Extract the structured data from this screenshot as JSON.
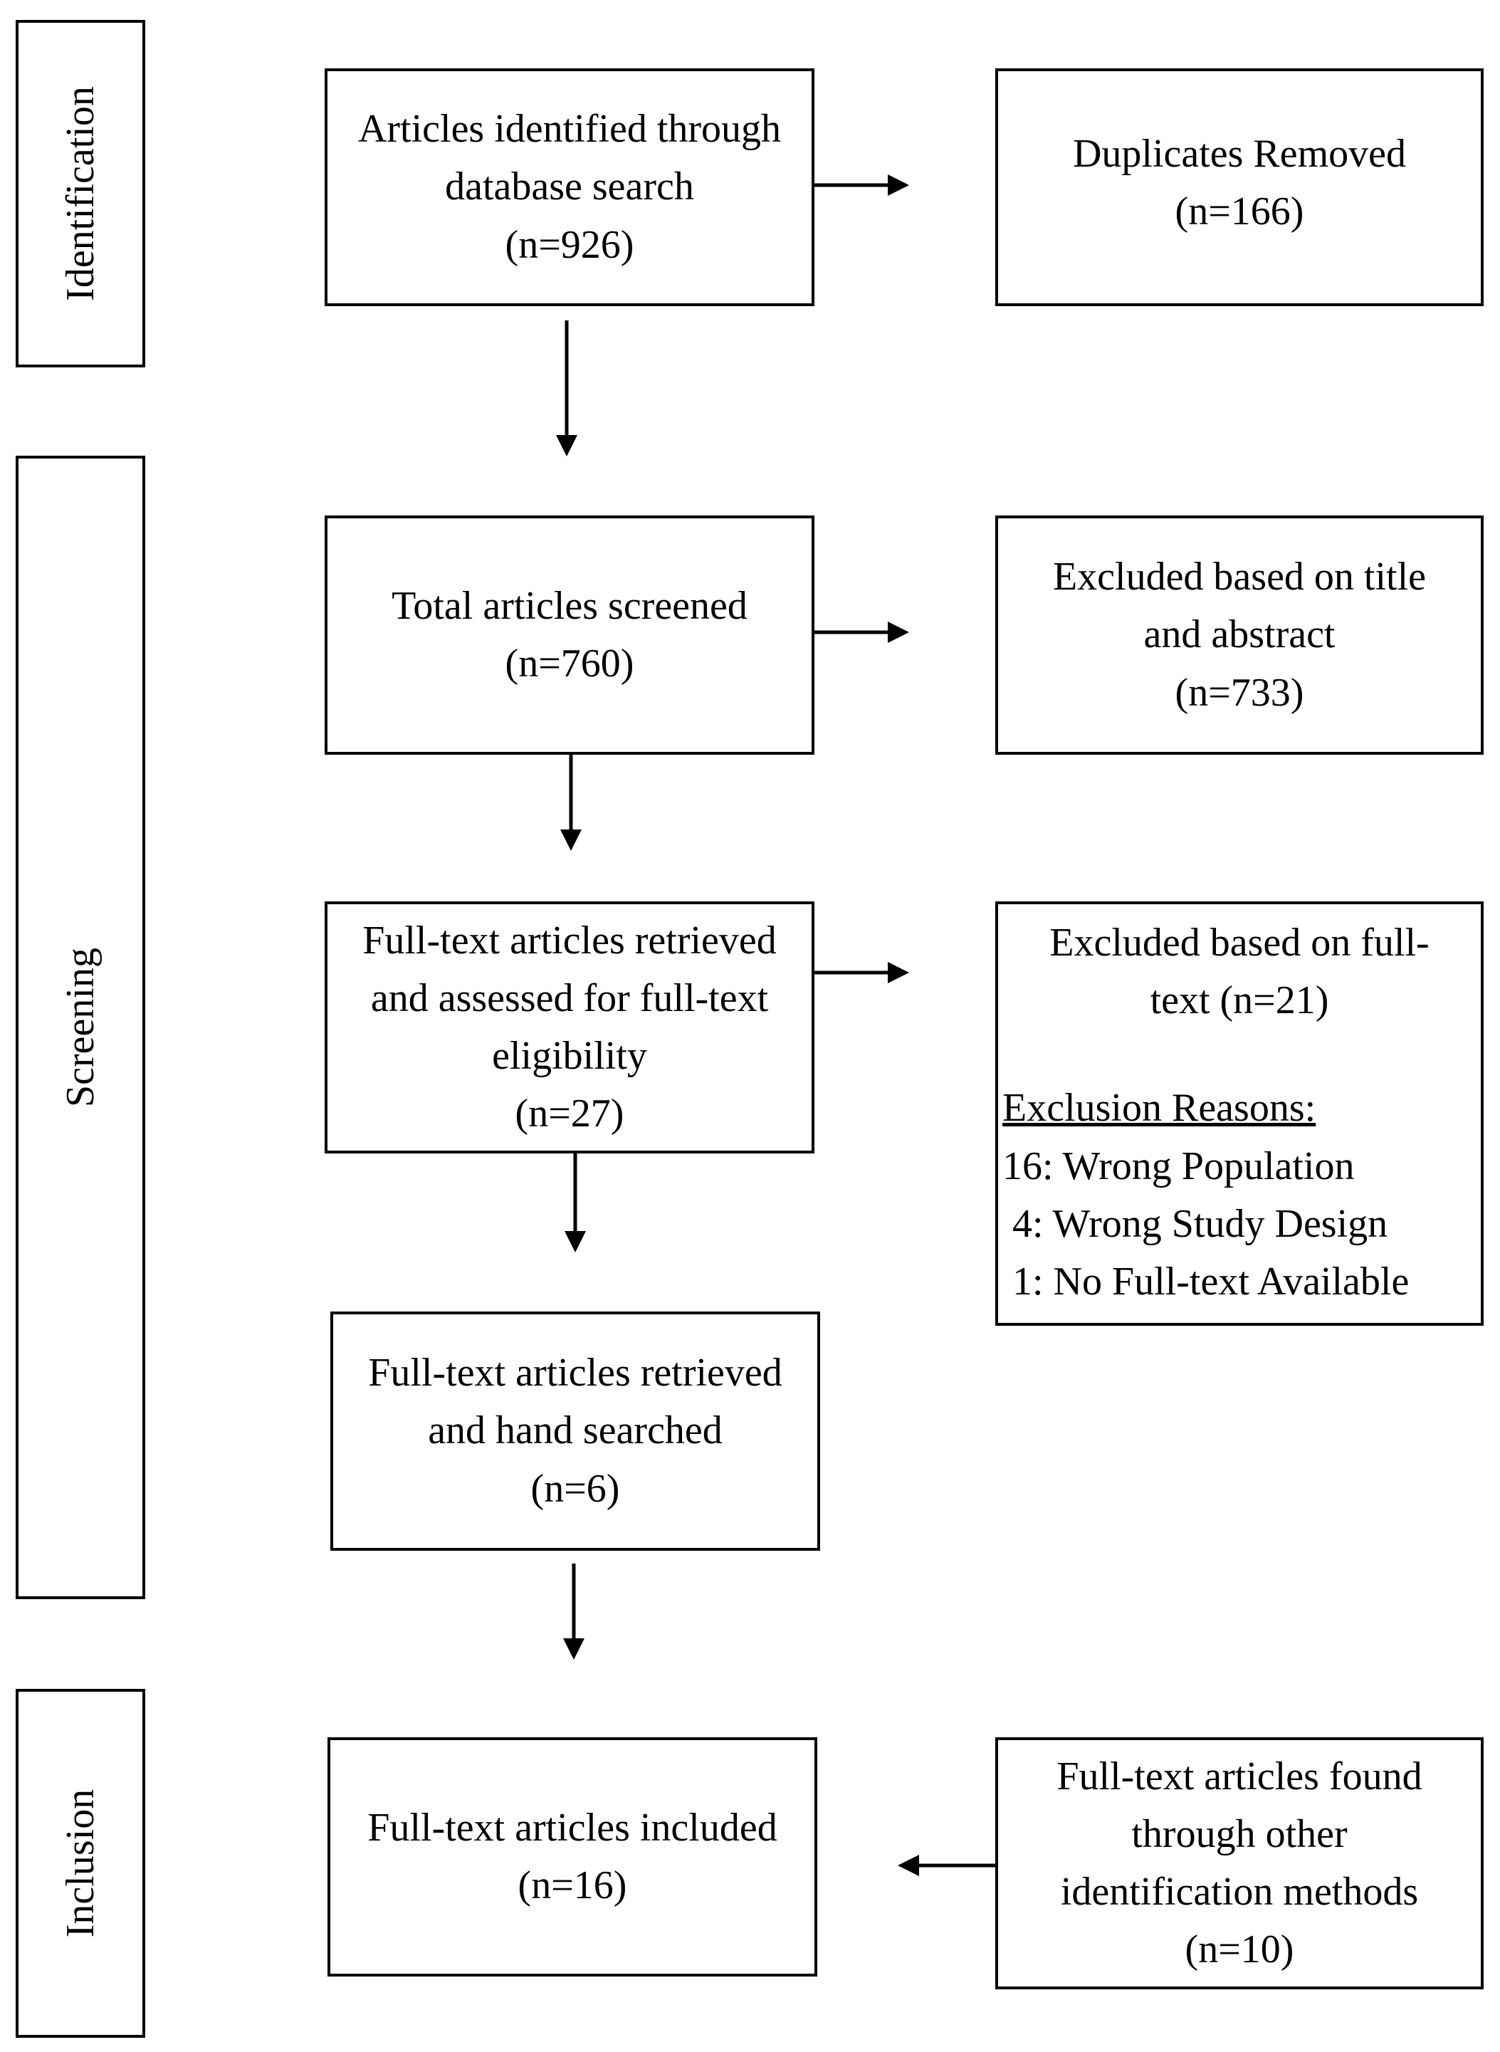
{
  "stages": {
    "identification": "Identification",
    "screening": "Screening",
    "inclusion": "Inclusion"
  },
  "boxes": {
    "identified": {
      "line1": "Articles identified through",
      "line2": "database search",
      "count": "(n=926)"
    },
    "duplicates": {
      "line1": "Duplicates Removed",
      "count": "(n=166)"
    },
    "screened": {
      "line1": "Total articles screened",
      "count": "(n=760)"
    },
    "excluded_title": {
      "line1": "Excluded based on title",
      "line2": "and abstract",
      "count": "(n=733)"
    },
    "fulltext_assessed": {
      "line1": "Full-text articles retrieved",
      "line2": "and assessed for full-text",
      "line3": "eligibility",
      "count": "(n=27)"
    },
    "excluded_fulltext": {
      "line1": "Excluded based on full-",
      "line2": "text (n=21)",
      "reasons_heading": "Exclusion Reasons:",
      "reasons": [
        "16: Wrong Population",
        " 4: Wrong Study Design",
        " 1: No Full-text Available"
      ]
    },
    "hand_searched": {
      "line1": "Full-text articles retrieved",
      "line2": "and hand searched",
      "count": "(n=6)"
    },
    "included": {
      "line1": "Full-text articles included",
      "count": "(n=16)"
    },
    "other_methods": {
      "line1": "Full-text articles found",
      "line2": "through other",
      "line3": "identification methods",
      "count": "(n=10)"
    }
  }
}
